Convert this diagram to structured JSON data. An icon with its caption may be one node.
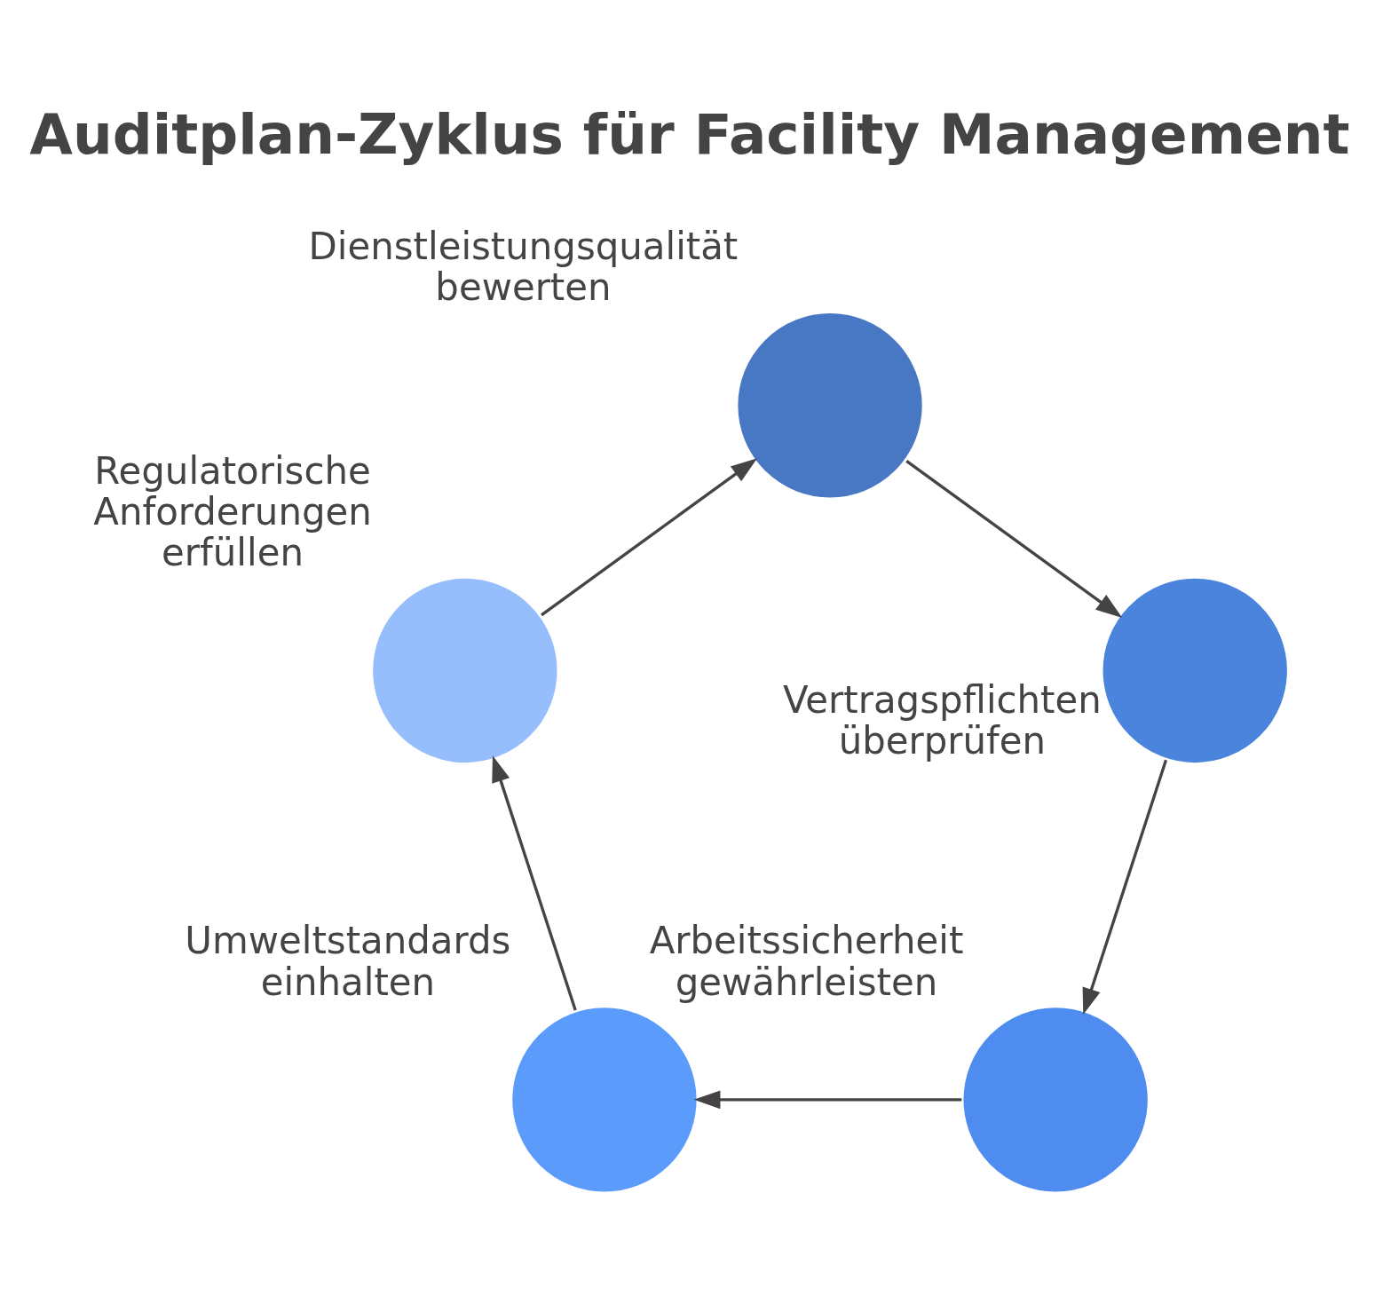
{
  "diagram": {
    "title": "Auditplan-Zyklus für Facility Management",
    "nodes": [
      {
        "text": [],
        "shape": "circle",
        "beside": [
          "Dienstleistungsqualität bewerten"
        ]
      },
      {
        "text": [],
        "shape": "circle",
        "beside": [
          "Vertragspflichten überprüfen"
        ]
      },
      {
        "text": [],
        "shape": "circle",
        "beside": [
          "Arbeitssicherheit gewährleisten"
        ]
      },
      {
        "text": [],
        "shape": "circle",
        "beside": [
          "Umweltstandards einhalten"
        ]
      },
      {
        "text": [],
        "shape": "circle",
        "beside": [
          "Regulatorische Anforderungen erfüllen"
        ]
      }
    ],
    "edges": [
      {
        "from": 0,
        "to": 1,
        "arrow": "to"
      },
      {
        "from": 1,
        "to": 2,
        "arrow": "to"
      },
      {
        "from": 2,
        "to": 3,
        "arrow": "to"
      },
      {
        "from": 3,
        "to": 4,
        "arrow": "to"
      },
      {
        "from": 4,
        "to": 0,
        "arrow": "to"
      }
    ]
  }
}
